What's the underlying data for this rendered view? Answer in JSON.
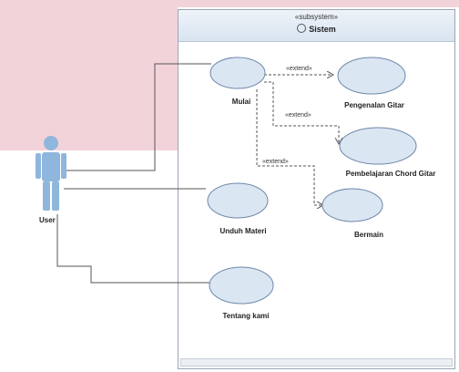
{
  "subsystem": {
    "stereotype": "«subsystem»",
    "title": "Sistem"
  },
  "actor": {
    "name": "User"
  },
  "use_cases": {
    "mulai": "Mulai",
    "pengenalan": "Pengenalan Gitar",
    "pembelajaran": "Pembelajaran Chord Gitar",
    "bermain": "Bermain",
    "unduh": "Unduh Materi",
    "tentang": "Tentang kami"
  },
  "relations": {
    "extend1": "«extend»",
    "extend2": "«extend»",
    "extend3": "«extend»"
  },
  "colors": {
    "usecase_fill": "#dbe6f3",
    "usecase_stroke": "#6d87a8",
    "actor": "#8fb6dc",
    "line": "#555555"
  }
}
